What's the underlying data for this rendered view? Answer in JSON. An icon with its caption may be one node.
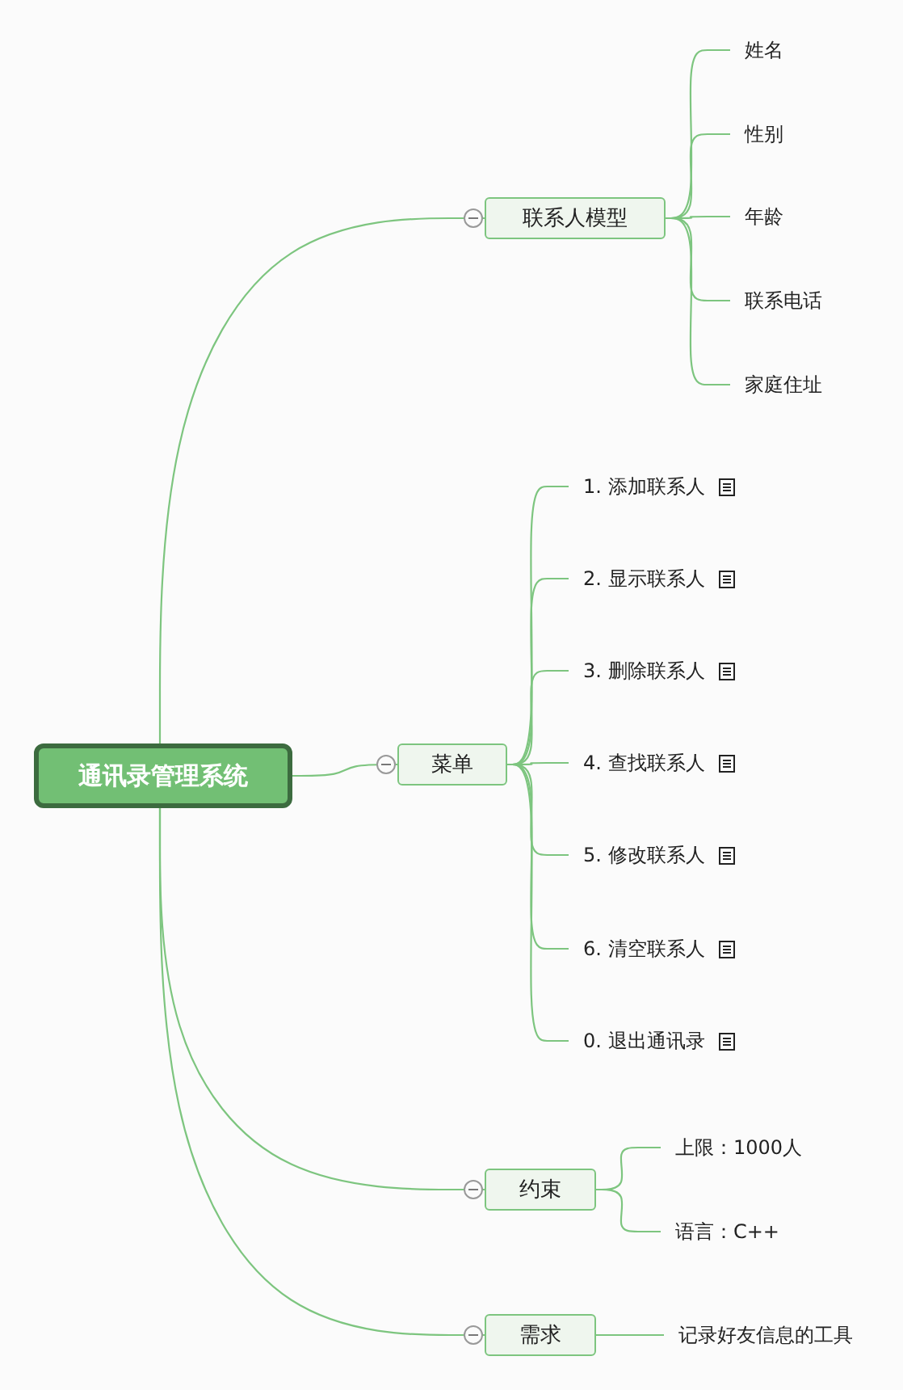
{
  "diagram": {
    "nodes": [
      {
        "text": [
          "通讯录管理系统"
        ]
      },
      {
        "text": [
          "联系人模型"
        ]
      },
      {
        "text": [
          "姓名"
        ]
      },
      {
        "text": [
          "性别"
        ]
      },
      {
        "text": [
          "年龄"
        ]
      },
      {
        "text": [
          "联系电话"
        ]
      },
      {
        "text": [
          "家庭住址"
        ]
      },
      {
        "text": [
          "菜单"
        ]
      },
      {
        "text": [
          "1. 添加联系人"
        ]
      },
      {
        "text": [
          "2. 显示联系人"
        ]
      },
      {
        "text": [
          "3. 删除联系人"
        ]
      },
      {
        "text": [
          "4. 查找联系人"
        ]
      },
      {
        "text": [
          "5. 修改联系人"
        ]
      },
      {
        "text": [
          "6. 清空联系人"
        ]
      },
      {
        "text": [
          "0. 退出通讯录"
        ]
      },
      {
        "text": [
          "约束"
        ]
      },
      {
        "text": [
          "上限：1000人"
        ]
      },
      {
        "text": [
          "语言：C++"
        ]
      },
      {
        "text": [
          "需求"
        ]
      },
      {
        "text": [
          "记录好友信息的工具"
        ]
      }
    ],
    "edges": [
      {
        "from": 0,
        "to": 1,
        "arrow": "none"
      },
      {
        "from": 1,
        "to": 2,
        "arrow": "none"
      },
      {
        "from": 1,
        "to": 3,
        "arrow": "none"
      },
      {
        "from": 1,
        "to": 4,
        "arrow": "none"
      },
      {
        "from": 1,
        "to": 5,
        "arrow": "none"
      },
      {
        "from": 1,
        "to": 6,
        "arrow": "none"
      },
      {
        "from": 0,
        "to": 7,
        "arrow": "none"
      },
      {
        "from": 7,
        "to": 8,
        "arrow": "none"
      },
      {
        "from": 7,
        "to": 9,
        "arrow": "none"
      },
      {
        "from": 7,
        "to": 10,
        "arrow": "none"
      },
      {
        "from": 7,
        "to": 11,
        "arrow": "none"
      },
      {
        "from": 7,
        "to": 12,
        "arrow": "none"
      },
      {
        "from": 7,
        "to": 13,
        "arrow": "none"
      },
      {
        "from": 7,
        "to": 14,
        "arrow": "none"
      },
      {
        "from": 0,
        "to": 15,
        "arrow": "none"
      },
      {
        "from": 15,
        "to": 16,
        "arrow": "none"
      },
      {
        "from": 15,
        "to": 17,
        "arrow": "none"
      },
      {
        "from": 0,
        "to": 18,
        "arrow": "none"
      },
      {
        "from": 18,
        "to": 19,
        "arrow": "none"
      }
    ]
  }
}
